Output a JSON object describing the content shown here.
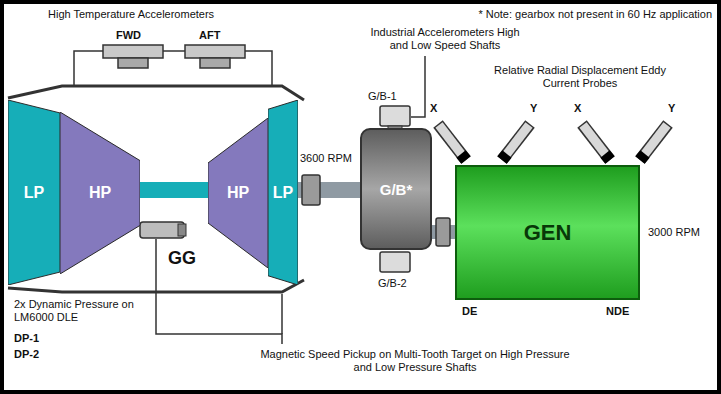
{
  "diagram": {
    "nodes": [
      {
        "text": [
          "LP"
        ]
      },
      {
        "text": [
          "HP"
        ]
      },
      {
        "text": [
          "HP"
        ]
      },
      {
        "text": [
          "LP"
        ]
      },
      {
        "text": [
          "G/B*"
        ]
      },
      {
        "text": [
          "GEN"
        ]
      }
    ],
    "edges": [
      {
        "from": 1,
        "to": 2,
        "arrow": "none"
      },
      {
        "from": 3,
        "to": 4,
        "arrow": "none"
      },
      {
        "from": 4,
        "to": 5,
        "arrow": "none"
      }
    ],
    "labels": [
      "High Temperature Accelerometers",
      "FWD",
      "AFT",
      "* Note: gearbox not present in 60 Hz application",
      "Industrial Accelerometers High and Low Speed Shafts",
      "Relative Radial Displacement Eddy Current Probes",
      "X",
      "Y",
      "X",
      "Y",
      "G/B-1",
      "3600 RPM",
      "3000 RPM",
      "GG",
      "G/B-2",
      "2x Dynamic Pressure on LM6000 DLE",
      "DE",
      "NDE",
      "DP-1",
      "DP-2",
      "Magnetic Speed Pickup on Multi-Tooth Target on High Pressure and Low Pressure Shafts"
    ]
  }
}
